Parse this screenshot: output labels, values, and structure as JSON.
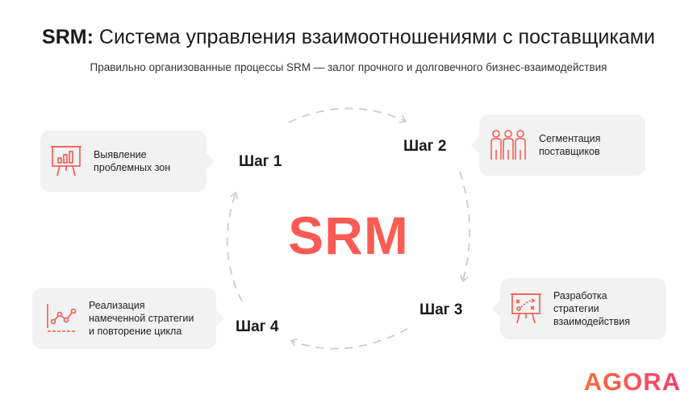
{
  "header": {
    "title_bold": "SRM:",
    "title_rest": " Система управления взаимоотношениями с поставщиками",
    "subtitle": "Правильно организованные процессы SRM — залог прочного и долговечного бизнес-взаимодействия"
  },
  "center_label": "SRM",
  "steps": [
    {
      "label": "Шаг 1",
      "card_text": "Выявление\nпроблемных зон",
      "icon": "presentation-bar-chart-icon"
    },
    {
      "label": "Шаг 2",
      "card_text": "Сегментация\nпоставщиков",
      "icon": "people-group-icon"
    },
    {
      "label": "Шаг 3",
      "card_text": "Разработка\nстратегии\nвзаимодействия",
      "icon": "strategy-board-icon"
    },
    {
      "label": "Шаг 4",
      "card_text": "Реализация\nнамеченной стратегии\nи повторение цикла",
      "icon": "line-chart-icon"
    }
  ],
  "logo": "AGORA",
  "colors": {
    "accent": "#f5564e",
    "card_bg": "#f2f2f2",
    "arrow": "#cccccc"
  }
}
